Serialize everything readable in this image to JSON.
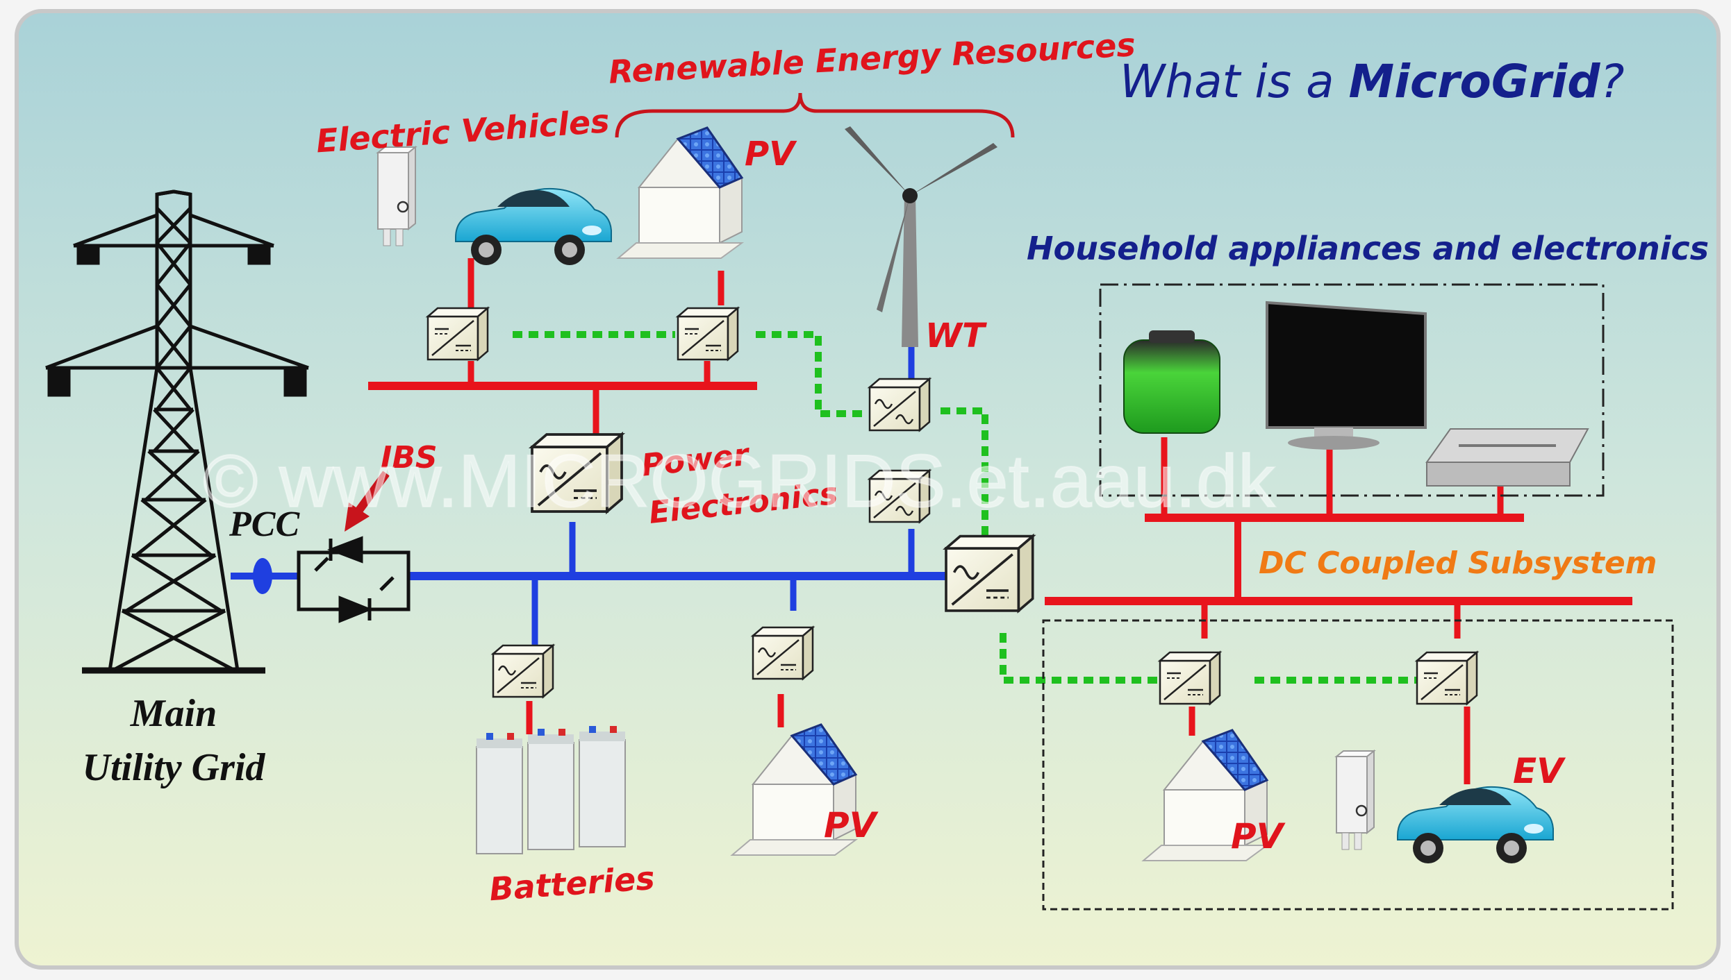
{
  "title": {
    "prefix": "What is a ",
    "emphasis": "MicroGrid",
    "suffix": "?"
  },
  "labels": {
    "renewable": "Renewable Energy Resources",
    "electric_vehicles": "Electric Vehicles",
    "pv_top": "PV",
    "wt": "WT",
    "household": "Household appliances and electronics",
    "ibs": "IBS",
    "pcc": "PCC",
    "power": "Power",
    "electronics": "Electronics",
    "dc_coupled": "DC Coupled Subsystem",
    "main_line1": "Main",
    "main_line2": "Utility Grid",
    "batteries": "Batteries",
    "pv_bottom": "PV",
    "pv_dc": "PV",
    "ev": "EV"
  },
  "watermark": "© www.MICROGRIDS.et.aau.dk",
  "colors": {
    "ac_bus": "#1f3fe0",
    "dc_bus": "#e8141c",
    "comm_link": "#1fc01f",
    "label_red": "#e0141c",
    "label_navy": "#14208c",
    "label_orange": "#f07a14",
    "background_top": "#a9d2d8",
    "background_bottom": "#eef3d2"
  }
}
